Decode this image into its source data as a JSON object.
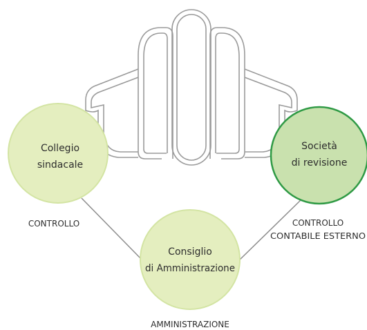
{
  "colors": {
    "circle_fill_light": "#e4eebf",
    "circle_stroke_light": "#d3e4a3",
    "circle_fill_accent": "#c9e1ae",
    "circle_stroke_accent": "#2f9a45",
    "connector": "#8c8c8c",
    "emblem_stroke": "#9a9a9a"
  },
  "emblem": {
    "icon": "corporate-governance-emblem-icon"
  },
  "nodes": {
    "collegio": {
      "line1": "Collegio",
      "line2": "sindacale",
      "caption": "CONTROLLO"
    },
    "societa": {
      "line1": "Società",
      "line2": "di revisione",
      "caption_line1": "CONTROLLO",
      "caption_line2": "CONTABILE ESTERNO"
    },
    "consiglio": {
      "line1": "Consiglio",
      "line2": "di Amministrazione",
      "caption": "AMMINISTRAZIONE"
    }
  }
}
